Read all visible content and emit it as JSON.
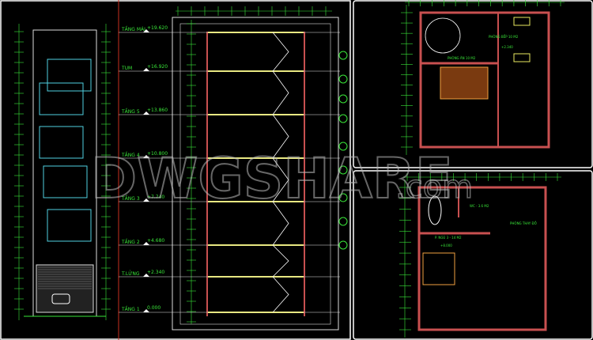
{
  "colors": {
    "background": "#000000",
    "dimension": "#39e639",
    "wall": "#c85050",
    "frame": "#ffffff",
    "level_line": "#e8e8e8"
  },
  "watermark": "DWGSHARE.com",
  "section": {
    "levels": [
      {
        "name": "TẦNG MÁI",
        "elevation": "+19.620"
      },
      {
        "name": "TUM",
        "elevation": "+16.920"
      },
      {
        "name": "TẦNG 5",
        "elevation": "+13.860"
      },
      {
        "name": "TẦNG 4",
        "elevation": "+10.800"
      },
      {
        "name": "TẦNG 3",
        "elevation": "+7.740"
      },
      {
        "name": "TẦNG 2",
        "elevation": "+4.680"
      },
      {
        "name": "T.LỬNG",
        "elevation": "+2.340"
      },
      {
        "name": "TẦNG 1",
        "elevation": "0.000"
      }
    ]
  },
  "plan_top": {
    "rooms": [
      "PHÒNG BẾP 10 M2",
      "PHÒNG ĂN 10 M2"
    ],
    "elevation": "+2.340"
  },
  "plan_bottom": {
    "rooms": [
      "WC - 3.6 M2",
      "PHÒNG THAY ĐỒ",
      "P. NGỦ 3 - 14 M2"
    ],
    "elevation": "+8.000"
  }
}
